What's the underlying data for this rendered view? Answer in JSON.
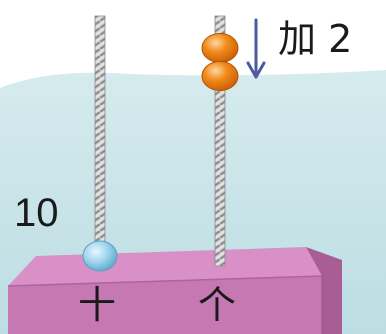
{
  "abacus": {
    "columns": [
      {
        "label": "十",
        "beads": 1,
        "bead_color": "#9fd6ee"
      },
      {
        "label": "个",
        "beads": 2,
        "bead_color": "#f28a1a"
      }
    ],
    "side_label": "10",
    "operation": {
      "text": "加 2",
      "arrow": "down-arrow-icon"
    }
  },
  "colors": {
    "background": "#c5e2e6",
    "base_top": "#d890c6",
    "base_front": "#c678b2",
    "base_side": "#a85e95",
    "rod": "#c9c9c9",
    "arrow": "#4c5aa0"
  }
}
